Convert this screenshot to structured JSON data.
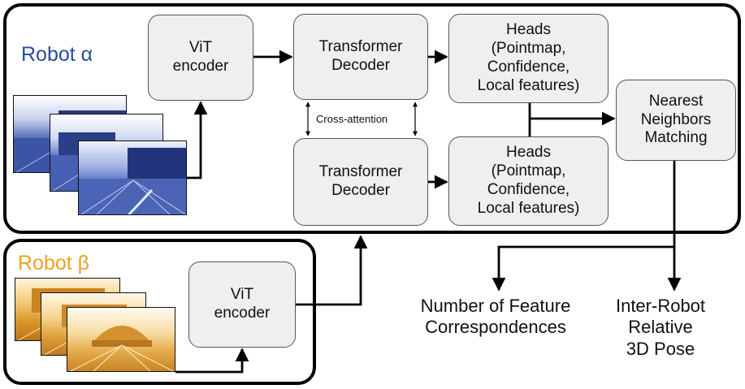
{
  "robot_alpha": {
    "label": "Robot α",
    "vit_encoder": "ViT\nencoder",
    "decoder_top": "Transformer\nDecoder",
    "decoder_bottom": "Transformer\nDecoder",
    "heads_top": "Heads\n(Pointmap,\nConfidence,\nLocal features)",
    "heads_bottom": "Heads\n(Pointmap,\nConfidence,\nLocal features)",
    "cross_attention": "Cross-attention",
    "matching": "Nearest\nNeighbors\nMatching"
  },
  "robot_beta": {
    "label": "Robot β",
    "vit_encoder": "ViT\nencoder"
  },
  "outputs": {
    "correspondences": "Number of Feature\nCorrespondences",
    "pose": "Inter-Robot\nRelative\n3D Pose"
  },
  "colors": {
    "alpha": "#2b4b9b",
    "beta": "#f0a020"
  }
}
